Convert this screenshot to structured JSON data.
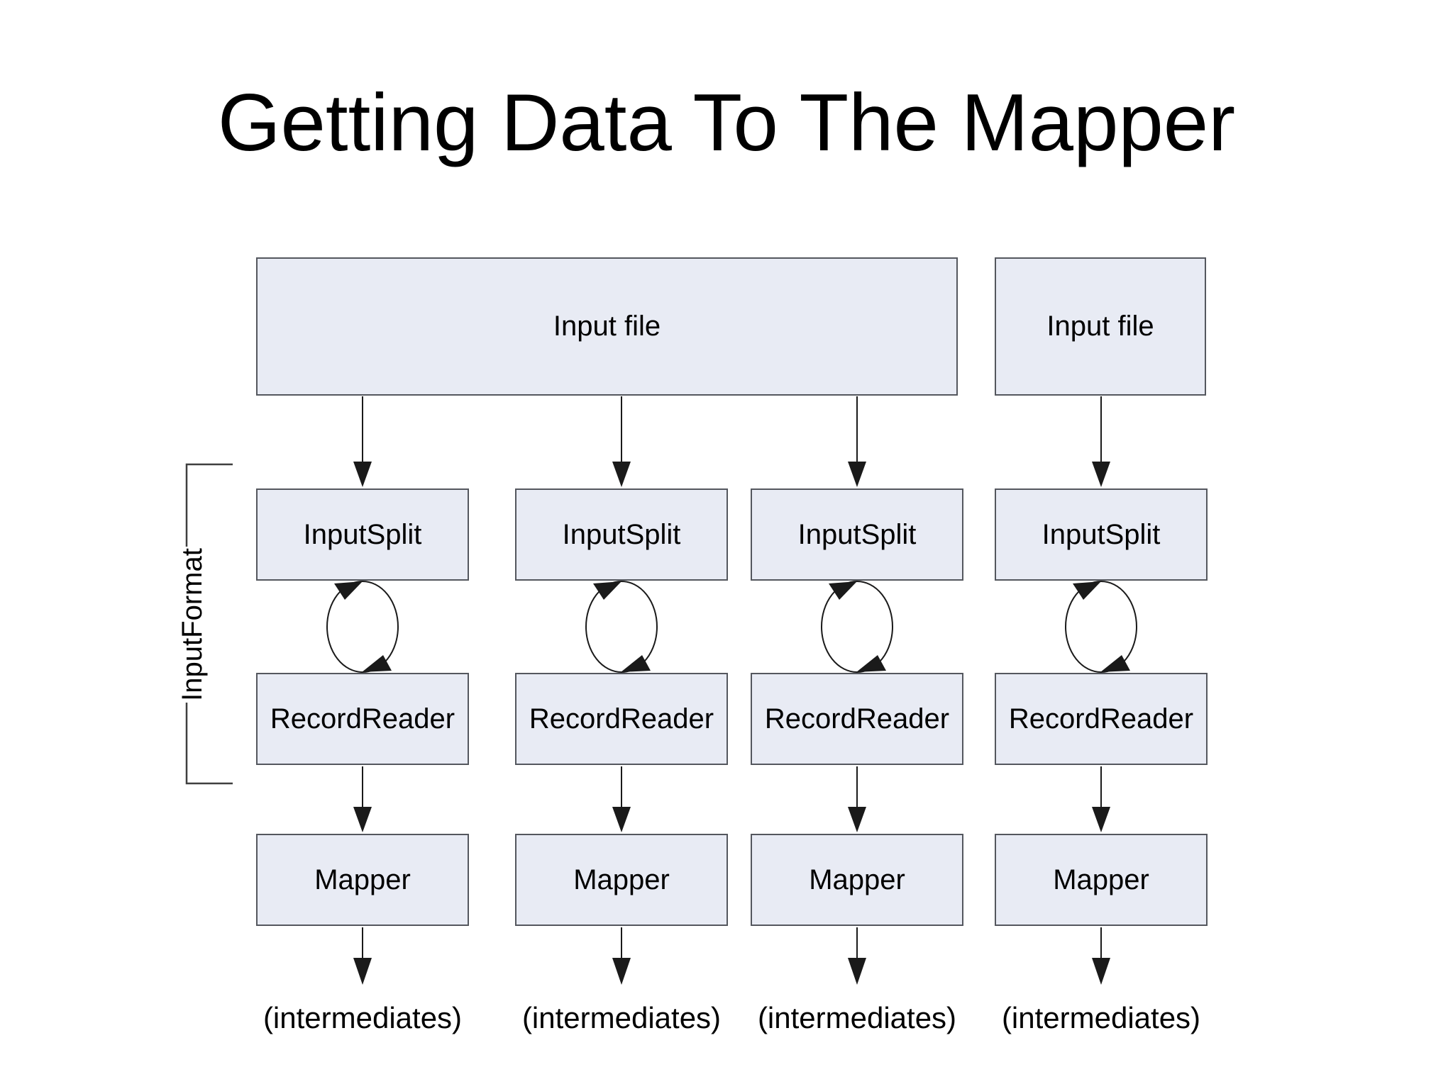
{
  "title": "Getting Data To The Mapper",
  "input_files": {
    "main": "Input file",
    "secondary": "Input file"
  },
  "group_label": "InputFormat",
  "columns": [
    {
      "input_split": "InputSplit",
      "record_reader": "RecordReader",
      "mapper": "Mapper",
      "intermediates": "(intermediates)"
    },
    {
      "input_split": "InputSplit",
      "record_reader": "RecordReader",
      "mapper": "Mapper",
      "intermediates": "(intermediates)"
    },
    {
      "input_split": "InputSplit",
      "record_reader": "RecordReader",
      "mapper": "Mapper",
      "intermediates": "(intermediates)"
    },
    {
      "input_split": "InputSplit",
      "record_reader": "RecordReader",
      "mapper": "Mapper",
      "intermediates": "(intermediates)"
    }
  ],
  "colors": {
    "background": "#ffffff",
    "box_fill": "#e8ebf4",
    "box_border": "#54575e",
    "connector": "#1a1a1a",
    "text": "#000000"
  }
}
